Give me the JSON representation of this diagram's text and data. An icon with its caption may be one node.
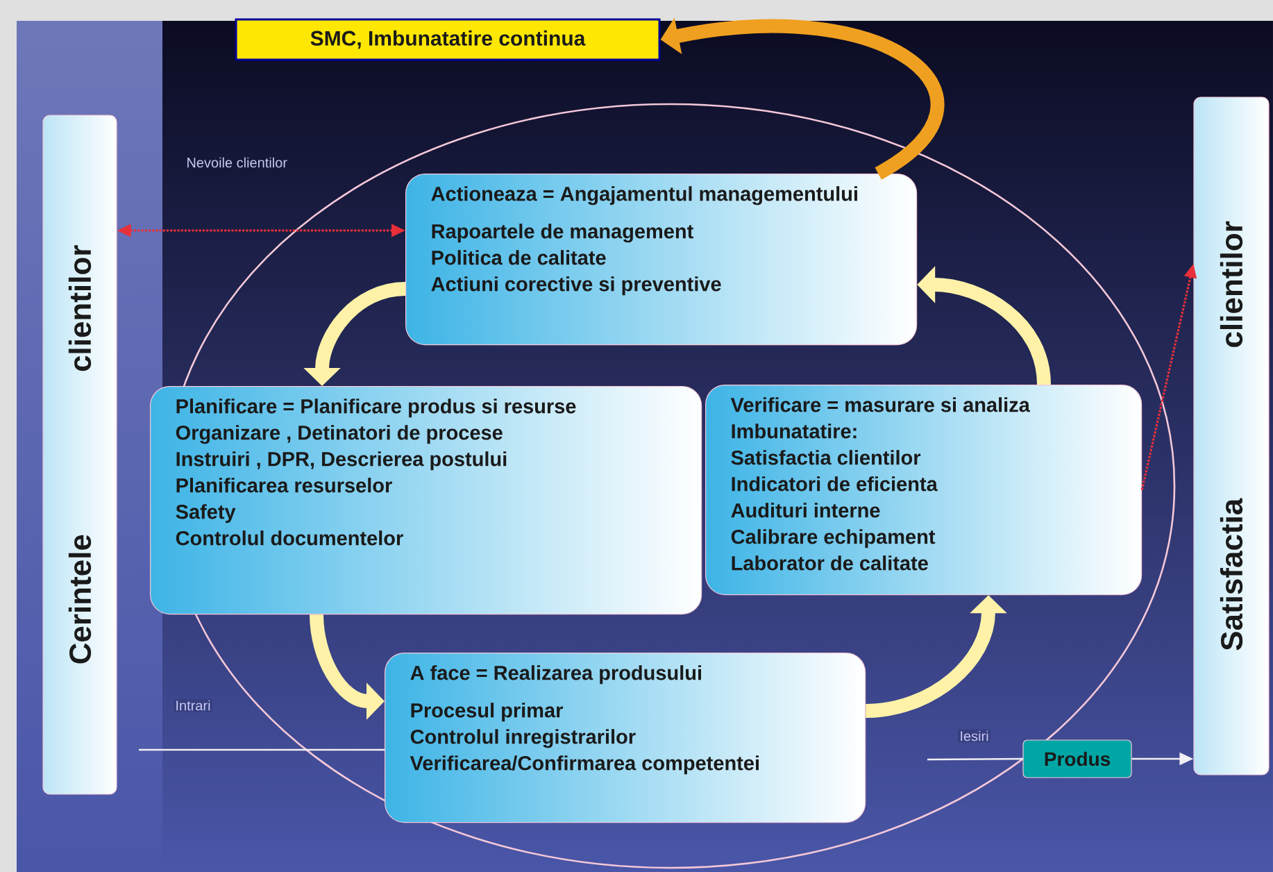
{
  "diagram": {
    "nodes": [
      {
        "text": [
          "Cerintele",
          "clientilor"
        ]
      },
      {
        "text": [
          "SMC, Imbunatatire continua"
        ]
      },
      {
        "text": [
          "Actioneaza = Angajamentul managementului",
          "Rapoartele de management",
          "Politica de calitate",
          "Actiuni corective si preventive"
        ]
      },
      {
        "text": [
          "Planificare  = Planificare produs si resurse",
          "Organizare , Detinatori de procese",
          "Instruiri , DPR, Descrierea postului",
          "Planificarea resurselor",
          "Safety",
          "Controlul documentelor"
        ]
      },
      {
        "text": [
          "Verificare  = masurare si analiza",
          "Imbunatatire:",
          "Satisfactia clientilor",
          "Indicatori de eficienta",
          "Audituri interne",
          "Calibrare echipament",
          "Laborator de calitate"
        ]
      },
      {
        "text": [
          "A face = Realizarea produsului",
          "Procesul primar",
          "Controlul inregistrarilor",
          "Verificarea/Confirmarea competentei"
        ]
      },
      {
        "text": [
          "Produs"
        ]
      },
      {
        "text": [
          "Satisfactia",
          "clientilor"
        ]
      }
    ],
    "edges": [
      {
        "from": 0,
        "to": 2,
        "arrow": "both",
        "style": "dashed",
        "color": "#e8303a"
      },
      {
        "from": 2,
        "to": 1,
        "arrow": "to",
        "style": "thick",
        "color": "#f0a020"
      },
      {
        "from": 2,
        "to": 3,
        "arrow": "to",
        "style": "thick",
        "color": "#fff2a8"
      },
      {
        "from": 4,
        "to": 2,
        "arrow": "to",
        "style": "thick",
        "color": "#fff2a8"
      },
      {
        "from": 4,
        "to": 7,
        "arrow": "to",
        "style": "dashed",
        "color": "#e8303a"
      },
      {
        "from": 3,
        "to": 5,
        "arrow": "to",
        "style": "thick",
        "color": "#fff2a8"
      },
      {
        "from": 5,
        "to": 4,
        "arrow": "to",
        "style": "thick",
        "color": "#fff2a8"
      },
      {
        "from": null,
        "to": 5,
        "arrow": "none",
        "label": "Intrari"
      },
      {
        "from": null,
        "to": 6,
        "arrow": "none",
        "label": "Iesiri"
      },
      {
        "from": 6,
        "to": 7,
        "arrow": "to"
      }
    ],
    "labels": [
      "Nevoile clientilor"
    ]
  }
}
